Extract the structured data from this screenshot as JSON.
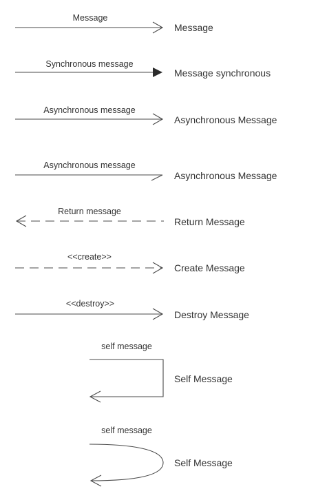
{
  "diagram": {
    "rows": [
      {
        "label": "Message",
        "name": "Message"
      },
      {
        "label": "Synchronous message",
        "name": "Message synchronous"
      },
      {
        "label": "Asynchronous message",
        "name": "Asynchronous Message"
      },
      {
        "label": "Asynchronous message",
        "name": "Asynchronous Message"
      },
      {
        "label": "Return message",
        "name": "Return Message"
      },
      {
        "label": "<<create>>",
        "name": "Create Message"
      },
      {
        "label": "<<destroy>>",
        "name": "Destroy Message"
      },
      {
        "label": "self message",
        "name": "Self Message"
      },
      {
        "label": "self message",
        "name": "Self Message"
      }
    ]
  }
}
